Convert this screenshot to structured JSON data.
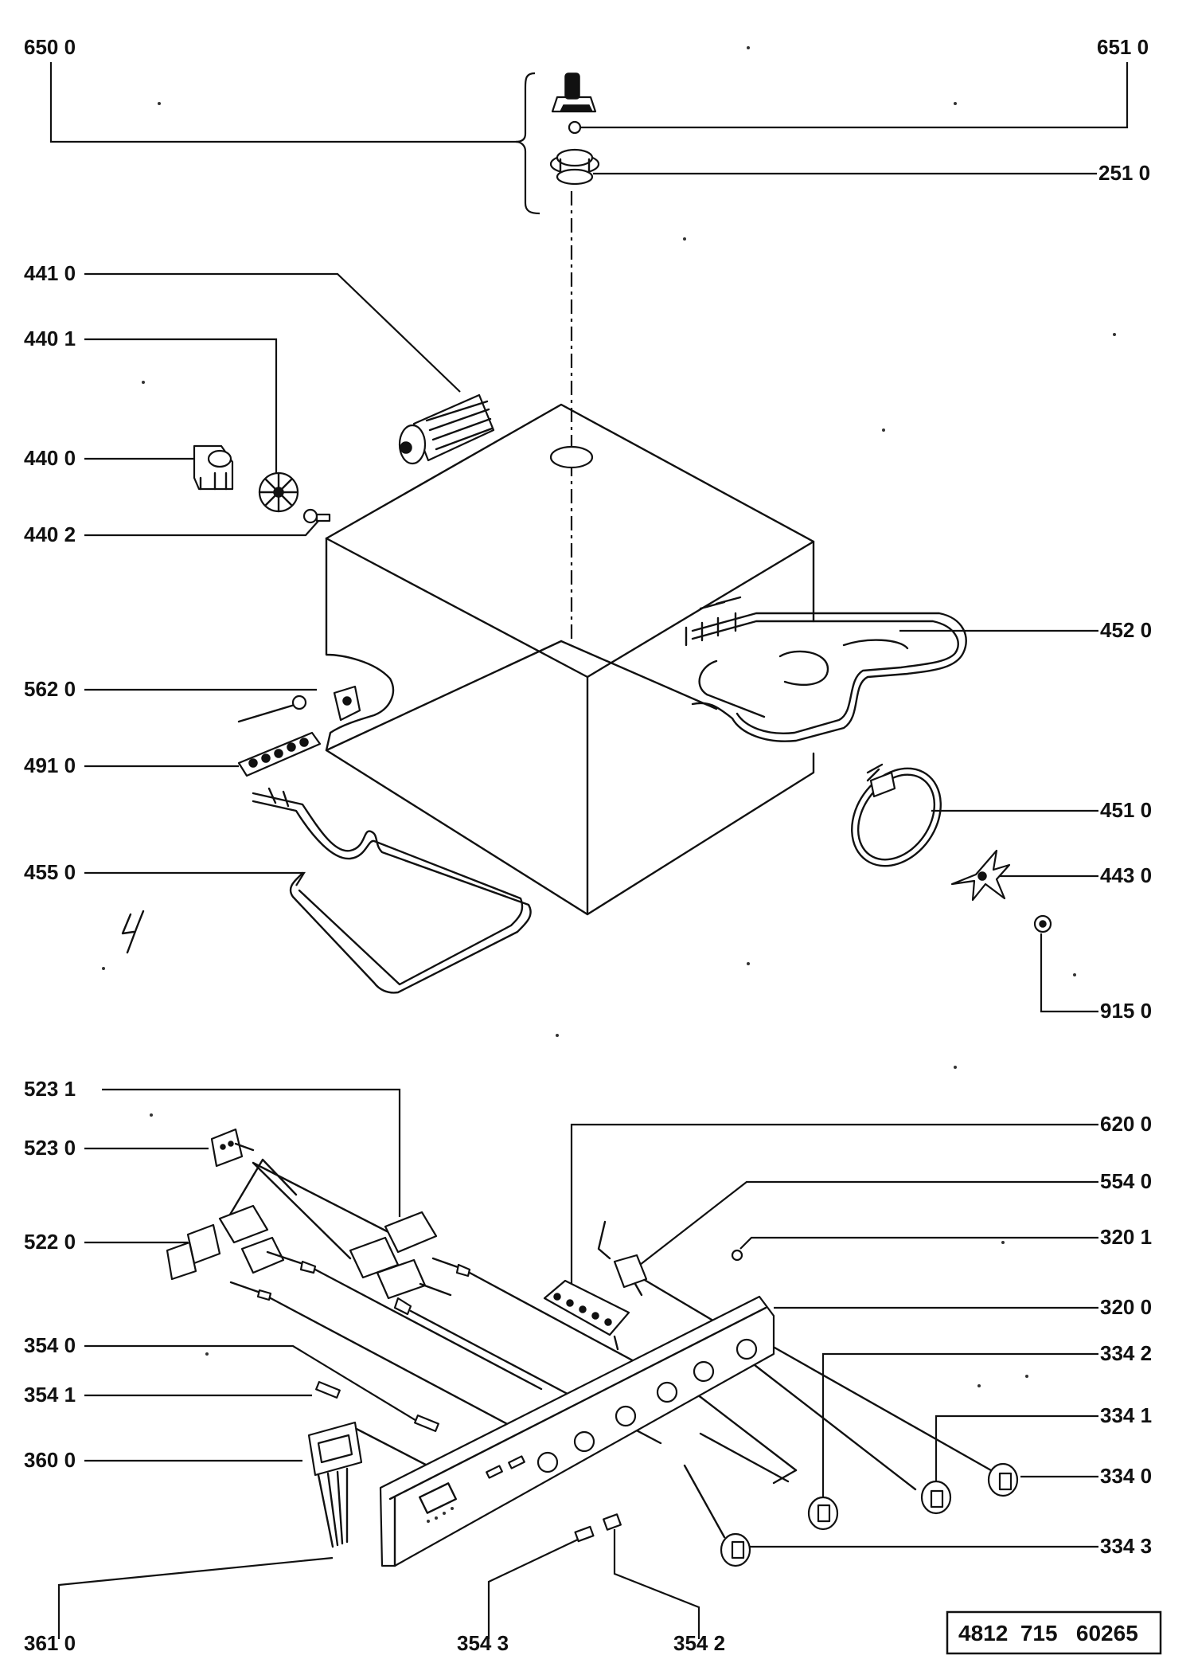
{
  "diagram": {
    "labels": {
      "l6500": "650 0",
      "l6510": "651 0",
      "l2510": "251 0",
      "l4410": "441 0",
      "l4401": "440 1",
      "l4400": "440 0",
      "l4402": "440 2",
      "l4520": "452 0",
      "l5620": "562 0",
      "l4910": "491 0",
      "l4510": "451 0",
      "l4550": "455 0",
      "l4430": "443 0",
      "l9150": "915 0",
      "l5231": "523 1",
      "l5230": "523 0",
      "l6200": "620 0",
      "l5540": "554 0",
      "l5220": "522 0",
      "l3201": "320 1",
      "l3200": "320 0",
      "l3540": "354 0",
      "l3342": "334 2",
      "l3541": "354 1",
      "l3341": "334 1",
      "l3600": "360 0",
      "l3340": "334 0",
      "l3343": "334 3",
      "l3610": "361 0",
      "l3543": "354 3",
      "l3542": "354 2"
    },
    "drawing_code": "4812  715   60265"
  }
}
